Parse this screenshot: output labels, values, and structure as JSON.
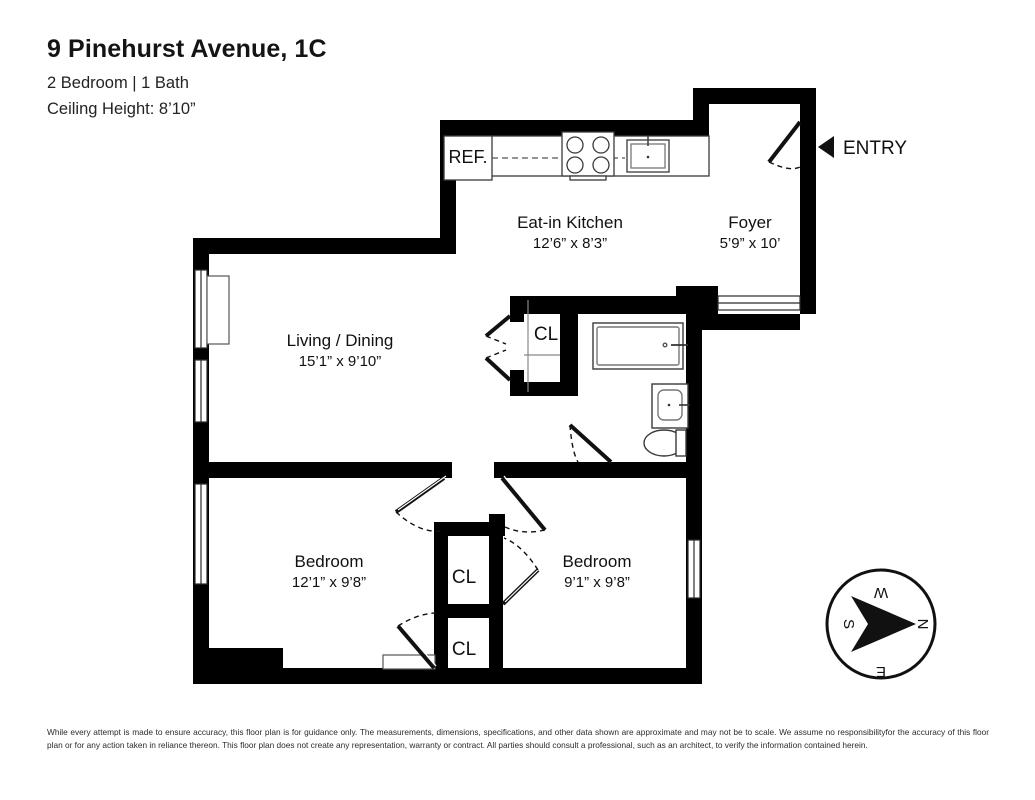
{
  "header": {
    "title": "9 Pinehurst Avenue, 1C",
    "subtitle": "2 Bedroom | 1 Bath",
    "ceiling": "Ceiling Height: 8’10”"
  },
  "rooms": [
    {
      "name": "Eat-in Kitchen",
      "dims": "12’6” x 8’3”"
    },
    {
      "name": "Foyer",
      "dims": "5’9” x 10’"
    },
    {
      "name": "Living / Dining",
      "dims": "15’1” x 9’10”"
    },
    {
      "name": "Bedroom",
      "dims": "12’1” x 9’8”"
    },
    {
      "name": "Bedroom",
      "dims": "9’1” x 9’8”"
    }
  ],
  "closets": [
    {
      "label": "CL"
    },
    {
      "label": "CL"
    },
    {
      "label": "CL"
    }
  ],
  "appliances": {
    "refrigerator_label": "REF."
  },
  "entry": {
    "label": "ENTRY"
  },
  "compass": {
    "north": "N",
    "south": "S",
    "east": "E",
    "west": "W"
  },
  "colors": {
    "wall": "#000000",
    "background": "#ffffff",
    "text": "#111111",
    "fixture_outline": "#4a4a4a"
  },
  "disclaimer": {
    "text": "While every attempt is made to ensure accuracy, this floor plan is for guidance only. The measurements, dimensions, specifications, and other data shown are approximate and may not be to scale. We assume no responsibilityfor the accuracy of this floor plan or for any action taken in reliance thereon. This floor plan does not create any representation, warranty or contract. All parties should consult a professional, such as an architect, to verify the information contained herein."
  }
}
